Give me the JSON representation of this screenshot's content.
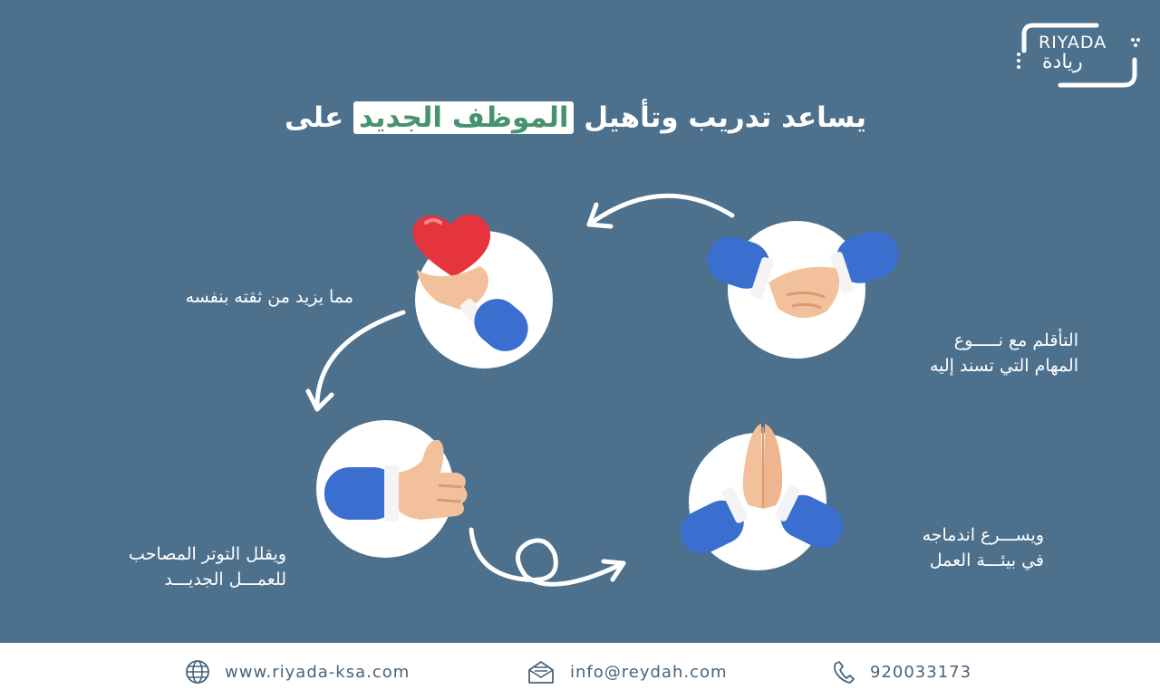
{
  "brand": {
    "logo_latin": "RIYADA",
    "logo_arabic": "ريادة"
  },
  "title": {
    "before": "يساعد تدريب وتأهيل ",
    "highlight": "الموظف الجديد",
    "after": " على"
  },
  "steps": [
    {
      "icon": "handshake-icon",
      "lines": [
        "التأقلم مع نـــــوع",
        "المهام التي تسند إليه"
      ]
    },
    {
      "icon": "praying-hands-icon",
      "lines": [
        "ويســـرع اندماجه",
        "في بيئـــة العمل"
      ]
    },
    {
      "icon": "thumbs-up-icon",
      "lines": [
        "ويقلل التوتر المصاحب",
        "للعمـــل الجديـــد"
      ]
    },
    {
      "icon": "heart-hand-icon",
      "lines": [
        "مما يزيد من ثقته بنفسه"
      ]
    }
  ],
  "footer": {
    "website": "www.riyada-ksa.com",
    "email": "info@reydah.com",
    "phone": "920033173"
  },
  "colors": {
    "background": "#4d708d",
    "highlight_text": "#46936f",
    "sleeve_blue": "#3a6fd0",
    "skin": "#f2c19c",
    "heart_red": "#e5343b",
    "footer_text": "#47637a"
  }
}
